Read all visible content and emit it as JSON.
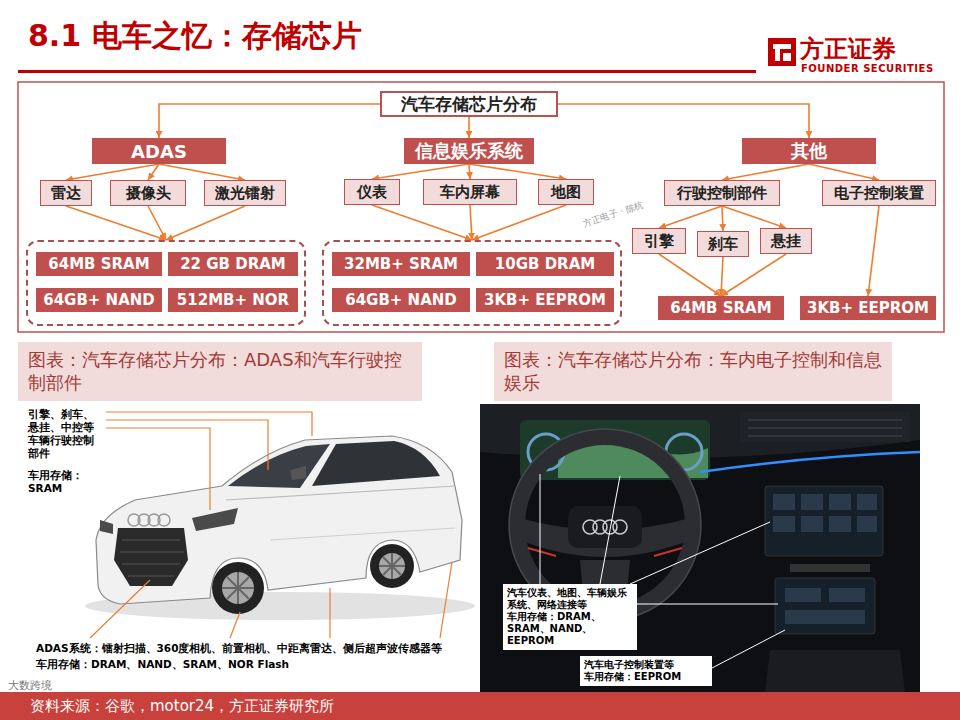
{
  "diagram": {
    "title": "8.1 电车之忆：存储芯片",
    "nodes": [
      {
        "text": [
          "汽车存储芯片分布"
        ]
      },
      {
        "text": [
          "ADAS"
        ]
      },
      {
        "text": [
          "信息娱乐系统"
        ]
      },
      {
        "text": [
          "其他"
        ]
      },
      {
        "text": [
          "雷达"
        ]
      },
      {
        "text": [
          "摄像头"
        ]
      },
      {
        "text": [
          "激光镭射"
        ]
      },
      {
        "text": [
          "仪表"
        ]
      },
      {
        "text": [
          "车内屏幕"
        ]
      },
      {
        "text": [
          "地图"
        ]
      },
      {
        "text": [
          "行驶控制部件"
        ]
      },
      {
        "text": [
          "电子控制装置"
        ]
      },
      {
        "text": [
          "引擎"
        ]
      },
      {
        "text": [
          "刹车"
        ]
      },
      {
        "text": [
          "悬挂"
        ]
      },
      {
        "text": []
      },
      {
        "text": [
          "64MB SRAM"
        ],
        "in": 15
      },
      {
        "text": [
          "22 GB DRAM"
        ],
        "in": 15
      },
      {
        "text": [
          "64GB+ NAND"
        ],
        "in": 15
      },
      {
        "text": [
          "512MB+ NOR"
        ],
        "in": 15
      },
      {
        "text": []
      },
      {
        "text": [
          "32MB+ SRAM"
        ],
        "in": 20
      },
      {
        "text": [
          "10GB DRAM"
        ],
        "in": 20
      },
      {
        "text": [
          "64GB+ NAND"
        ],
        "in": 20
      },
      {
        "text": [
          "3KB+ EEPROM"
        ],
        "in": 20
      },
      {
        "text": [
          "64MB SRAM"
        ]
      },
      {
        "text": [
          "3KB+ EEPROM"
        ]
      },
      {
        "text": [
          "图表：汽车存储芯片分布：ADAS和汽车行驶控制部件"
        ]
      },
      {
        "text": [
          "图表：汽车存储芯片分布：车内电子控制和信息娱乐"
        ]
      },
      {
        "text": [
          "汽车仪表、地图、车辆娱乐系统、网络连接等",
          "车用存储：DRAM、SRAM、NAND、EEPROM"
        ]
      },
      {
        "text": [
          "汽车电子控制装置等",
          "车用存储：EEPROM"
        ]
      },
      {
        "text": [
          "资料来源：谷歌，motor24，方正证券研究所"
        ]
      }
    ],
    "edges": [
      {
        "from": 0,
        "to": 1,
        "arrow": "to"
      },
      {
        "from": 0,
        "to": 2,
        "arrow": "to"
      },
      {
        "from": 0,
        "to": 3,
        "arrow": "to"
      },
      {
        "from": 1,
        "to": 4,
        "arrow": "to"
      },
      {
        "from": 1,
        "to": 5,
        "arrow": "to"
      },
      {
        "from": 1,
        "to": 6,
        "arrow": "to"
      },
      {
        "from": 2,
        "to": 7,
        "arrow": "to"
      },
      {
        "from": 2,
        "to": 8,
        "arrow": "to"
      },
      {
        "from": 2,
        "to": 9,
        "arrow": "to"
      },
      {
        "from": 3,
        "to": 10,
        "arrow": "to"
      },
      {
        "from": 3,
        "to": 11,
        "arrow": "to"
      },
      {
        "from": 10,
        "to": 12,
        "arrow": "to"
      },
      {
        "from": 10,
        "to": 13,
        "arrow": "to"
      },
      {
        "from": 10,
        "to": 14,
        "arrow": "to"
      },
      {
        "from": 4,
        "to": 15,
        "arrow": "to"
      },
      {
        "from": 5,
        "to": 15,
        "arrow": "to"
      },
      {
        "from": 6,
        "to": 15,
        "arrow": "to"
      },
      {
        "from": 7,
        "to": 20,
        "arrow": "to"
      },
      {
        "from": 8,
        "to": 20,
        "arrow": "to"
      },
      {
        "from": 9,
        "to": 20,
        "arrow": "to"
      },
      {
        "from": 12,
        "to": 25,
        "arrow": "to"
      },
      {
        "from": 13,
        "to": 25,
        "arrow": "to"
      },
      {
        "from": 14,
        "to": 25,
        "arrow": "to"
      },
      {
        "from": 11,
        "to": 26,
        "arrow": "to"
      }
    ],
    "labels": [
      "方正证券",
      "FOUNDER SECURITIES",
      "方正电子 · 陈杭",
      "引擎、刹车、悬挂、中控等车辆行驶控制部件",
      "车用存储：SRAM",
      "ADAS系统：镭射扫描、360度相机、前置相机、中距离雷达、侧后超声波传感器等",
      "车用存储：DRAM、NAND、SRAM、NOR Flash",
      "大数跨境"
    ]
  }
}
